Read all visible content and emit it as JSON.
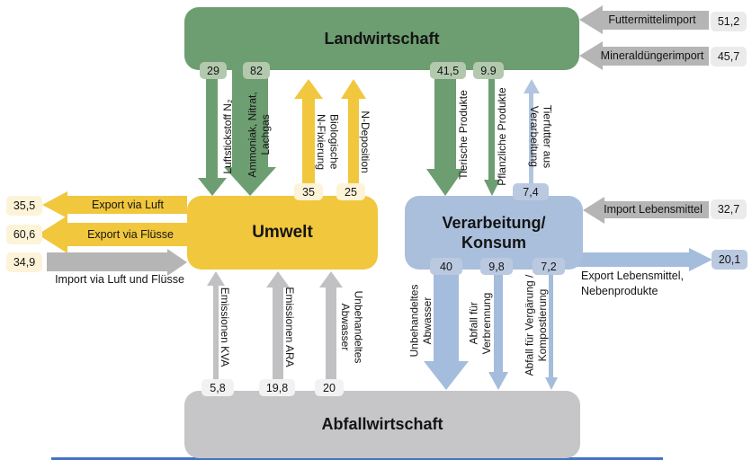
{
  "boxes": {
    "landwirtschaft": {
      "label": "Landwirtschaft"
    },
    "umwelt": {
      "label": "Umwelt"
    },
    "verarbeitung": {
      "label": "Verarbeitung/\nKonsum"
    },
    "abfallwirtschaft": {
      "label": "Abfallwirtschaft"
    }
  },
  "flows": {
    "luftstickstoff": {
      "label": "Luftstickstoff N₂",
      "value": "29"
    },
    "ammoniak": {
      "label": "Ammoniak, Nitrat,\nLachgas",
      "value": "82"
    },
    "biologische_fixierung": {
      "label": "Biologische\nN-Fixierung",
      "value": "35"
    },
    "n_deposition": {
      "label": "N-Deposition",
      "value": "25"
    },
    "tierische_produkte": {
      "label": "Tierische Produkte",
      "value": "41,5"
    },
    "pflanzliche_produkte": {
      "label": "Pflanzliche Produkte",
      "value": "9.9"
    },
    "tierfutter": {
      "label": "Tierfutter aus\nVerarbeitung",
      "value": "7,4"
    },
    "futtermittelimport": {
      "label": "Futtermittelimport",
      "value": "51,2"
    },
    "mineralduengerimport": {
      "label": "Mineraldüngerimport",
      "value": "45,7"
    },
    "export_luft": {
      "label": "Export via Luft",
      "value": "35,5"
    },
    "export_fluesse": {
      "label": "Export via Flüsse",
      "value": "60,6"
    },
    "import_luft_fluesse": {
      "label": "Import via Luft und Flüsse",
      "value": "34,9"
    },
    "import_lebensmittel": {
      "label": "Import Lebensmittel",
      "value": "32,7"
    },
    "export_lebensmittel": {
      "label": "Export Lebensmittel,\nNebenprodukte",
      "value": "20,1"
    },
    "emissionen_kva": {
      "label": "Emissionen KVA",
      "value": "5,8"
    },
    "emissionen_ara": {
      "label": "Emissionen ARA",
      "value": "19,8"
    },
    "unbehandeltes_abwasser_umwelt": {
      "label": "Unbehandeltes\nAbwasser",
      "value": "20"
    },
    "unbehandeltes_abwasser_abfall": {
      "label": "Unbehandeltes\nAbwasser",
      "value": "40"
    },
    "abfall_verbrennung": {
      "label": "Abfall für\nVerbrennung",
      "value": "9,8"
    },
    "abfall_vergaerung": {
      "label": "Abfall für Vergärung /\nKompostierung",
      "value": "7,2"
    }
  },
  "colors": {
    "agriculture_green": "#6d9e71",
    "environment_yellow": "#f1c73d",
    "processing_blue": "#aabfdc",
    "waste_gray": "#c6c6c8",
    "gray_arrow": "#b5b5b5",
    "blue_arrow": "#a4bddd",
    "badge_green": "#b3c9ae",
    "badge_cream": "#fdf3d8",
    "badge_blue": "#bac9e0",
    "badge_gray": "#ebebec",
    "badge_white": "#f2f2f2"
  }
}
